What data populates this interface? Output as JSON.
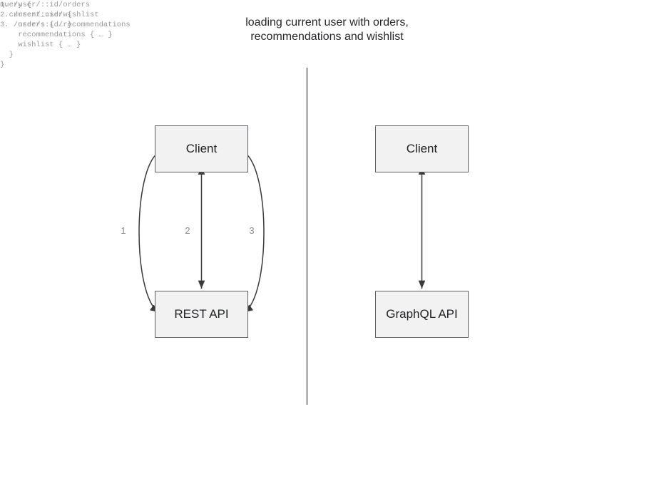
{
  "diagram": {
    "title": "loading current user with orders,\nrecommendations and wishlist",
    "background_color": "#ffffff",
    "divider_color": "#6b6e73",
    "edge_color": "#3a3a3a",
    "node_fill": "#f2f2f2",
    "node_border": "#5c6066",
    "label_color": "#8a8a8a"
  },
  "rest_side": {
    "client_label": "Client",
    "api_label": "REST API",
    "endpoints": "1. /user/::id/orders\n2. /user/::id/wishlist\n3. /user/::id/recommendations",
    "edges": [
      {
        "id": "1",
        "label": "1",
        "shape": "curve-left",
        "arrows": "both"
      },
      {
        "id": "2",
        "label": "2",
        "shape": "straight",
        "arrows": "both"
      },
      {
        "id": "3",
        "label": "3",
        "shape": "curve-right",
        "arrows": "both"
      }
    ]
  },
  "graphql_side": {
    "client_label": "Client",
    "api_label": "GraphQL API",
    "query": "query {\n  current_user {\n    orders { … }\n    recommendations { … }\n    wishlist { … }\n  }\n}",
    "edges": [
      {
        "id": "gql-1",
        "shape": "straight",
        "arrows": "both"
      }
    ]
  }
}
